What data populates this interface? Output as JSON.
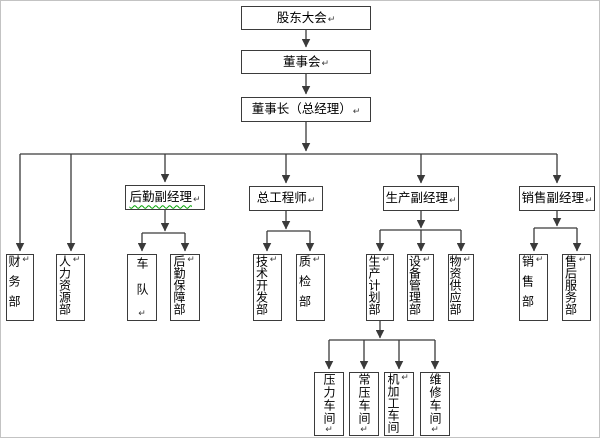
{
  "colors": {
    "background": "#ffffff",
    "line": "#3a3a3a",
    "box_border": "#3b3b3b",
    "text": "#000000",
    "grammar_underline": "#00a000",
    "page_edge": "#c3c3c3"
  },
  "marks": {
    "paragraph": "↵"
  },
  "nodes": {
    "shareholders": {
      "label": "股东大会"
    },
    "board": {
      "label": "董事会"
    },
    "chairman": {
      "label": "董事长（总经理）"
    },
    "logistics_manager": {
      "label": "后勤副经理"
    },
    "chief_engineer": {
      "label": "总工程师"
    },
    "production_manager": {
      "label": "生产副经理"
    },
    "sales_manager": {
      "label": "销售副经理"
    },
    "finance": {
      "label": "财务部"
    },
    "hr": {
      "label": "人力资源部"
    },
    "fleet": {
      "label": "车队"
    },
    "logistics_support": {
      "label": "后勤保障部"
    },
    "tech_dev": {
      "label": "技术开发部"
    },
    "quality": {
      "label": "质检部"
    },
    "prod_planning": {
      "label": "生产计划部"
    },
    "equipment": {
      "label": "设备管理部"
    },
    "materials": {
      "label": "物资供应部"
    },
    "sales_dept": {
      "label": "销售部"
    },
    "after_sales": {
      "label": "售后服务部"
    },
    "pressure_ws": {
      "label": "压力车间"
    },
    "atmospheric_ws": {
      "label": "常压车间"
    },
    "machining_ws": {
      "label": "机加工车间"
    },
    "maintenance_ws": {
      "label": "维修车间"
    }
  },
  "structure": {
    "股东大会": [
      "董事会"
    ],
    "董事会": [
      "董事长（总经理）"
    ],
    "董事长（总经理）": [
      "财务部",
      "人力资源部",
      "后勤副经理",
      "总工程师",
      "生产副经理",
      "销售副经理"
    ],
    "后勤副经理": [
      "车队",
      "后勤保障部"
    ],
    "总工程师": [
      "技术开发部",
      "质检部"
    ],
    "生产副经理": [
      "生产计划部",
      "设备管理部",
      "物资供应部"
    ],
    "销售副经理": [
      "销售部",
      "售后服务部"
    ],
    "生产计划部": [
      "压力车间",
      "常压车间",
      "机加工车间",
      "维修车间"
    ]
  }
}
